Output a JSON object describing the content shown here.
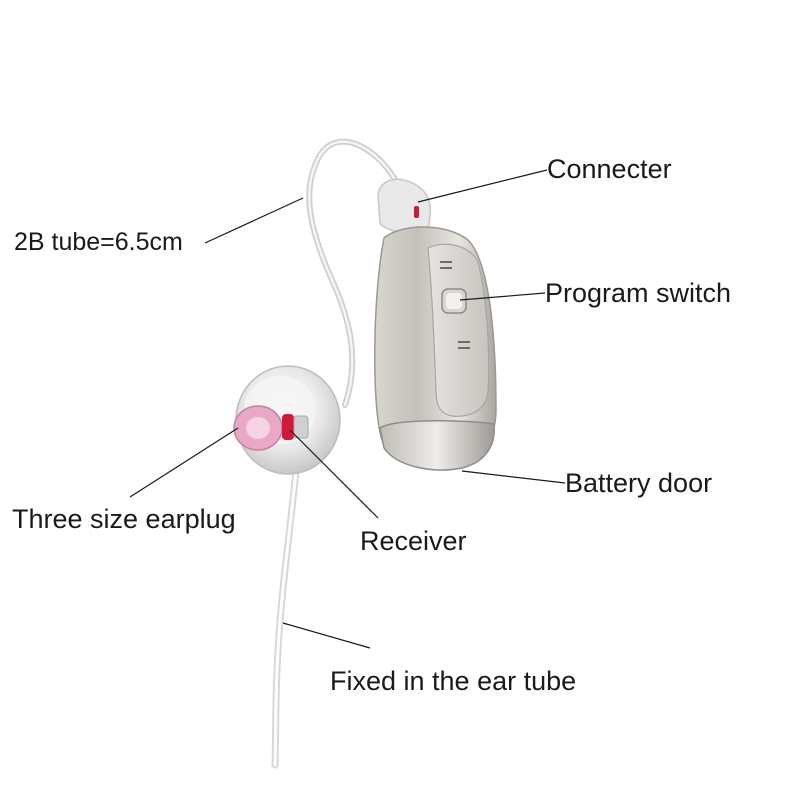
{
  "labels": {
    "tube": "2B tube=6.5cm",
    "connecter": "Connecter",
    "program_switch": "Program switch",
    "battery_door": "Battery door",
    "earplug": "Three size earplug",
    "receiver": "Receiver",
    "fixed_tube": "Fixed in the ear tube"
  },
  "colors": {
    "background": "#ffffff",
    "body_silver": "#c9c6c1",
    "accent_red": "#d11a3a",
    "dome_pink": "#e9a9c6",
    "leader_line": "#1a1a1a"
  }
}
